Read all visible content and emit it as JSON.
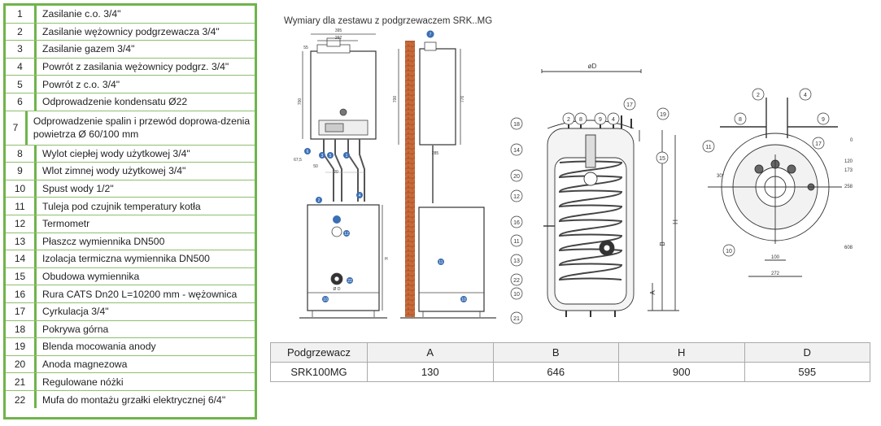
{
  "parts": [
    {
      "num": "1",
      "desc": "Zasilanie c.o. 3/4\""
    },
    {
      "num": "2",
      "desc": "Zasilanie wężownicy podgrzewacza 3/4\""
    },
    {
      "num": "3",
      "desc": "Zasilanie gazem 3/4\""
    },
    {
      "num": "4",
      "desc": "Powrót z zasilania wężownicy podgrz. 3/4\""
    },
    {
      "num": "5",
      "desc": "Powrót z c.o. 3/4\""
    },
    {
      "num": "6",
      "desc": "Odprowadzenie kondensatu Ø22"
    },
    {
      "num": "7",
      "desc": "Odprowadzenie spalin i przewód doprowa-dzenia powietrza Ø 60/100 mm"
    },
    {
      "num": "8",
      "desc": "Wylot ciepłej wody użytkowej 3/4\""
    },
    {
      "num": "9",
      "desc": "Wlot zimnej wody użytkowej 3/4\""
    },
    {
      "num": "10",
      "desc": "Spust wody 1/2\""
    },
    {
      "num": "11",
      "desc": "Tuleja pod czujnik temperatury kotła"
    },
    {
      "num": "12",
      "desc": "Termometr"
    },
    {
      "num": "13",
      "desc": "Płaszcz wymiennika DN500"
    },
    {
      "num": "14",
      "desc": "Izolacja termiczna wymiennika DN500"
    },
    {
      "num": "15",
      "desc": "Obudowa wymiennika"
    },
    {
      "num": "16",
      "desc": "Rura CATS Dn20 L=10200 mm - wężownica"
    },
    {
      "num": "17",
      "desc": "Cyrkulacja 3/4\""
    },
    {
      "num": "18",
      "desc": "Pokrywa górna"
    },
    {
      "num": "19",
      "desc": "Blenda mocowania anody"
    },
    {
      "num": "20",
      "desc": "Anoda magnezowa"
    },
    {
      "num": "21",
      "desc": "Regulowane nóżki"
    },
    {
      "num": "22",
      "desc": "Mufa do montażu grzałki elektrycznej 6/4\""
    }
  ],
  "diagram": {
    "title": "Wymiary dla zestawu z podgrzewaczem SRK..MG",
    "dims_front": {
      "w395": "395",
      "w292": "292",
      "d55": "55",
      "h700": "700",
      "d67": "67,5",
      "d50": "50",
      "d20": "20",
      "h": "H",
      "od": "Ø D"
    },
    "dims_side": {
      "h700": "700",
      "h776": "776",
      "d285": "285"
    },
    "dims_tank": {
      "od": "øD",
      "h": "H",
      "b": "B",
      "a": "A"
    },
    "dims_top": {
      "deg": "30°",
      "d0": "0",
      "d120": "120",
      "d173": "173",
      "d258": "258",
      "d608": "608",
      "d100": "100",
      "d272": "272"
    },
    "callouts_tank": [
      "18",
      "14",
      "2",
      "8",
      "9",
      "4",
      "17",
      "19",
      "15",
      "20",
      "12",
      "16",
      "11",
      "13",
      "22",
      "10",
      "21"
    ],
    "callouts_top": [
      "2",
      "4",
      "8",
      "9",
      "11",
      "17",
      "10"
    ],
    "callouts_front": [
      "7",
      "6",
      "3",
      "5",
      "1",
      "2",
      "4",
      "12",
      "22",
      "10"
    ],
    "callouts_side": [
      "7",
      "11",
      "10"
    ]
  },
  "dimensions_table": {
    "headers": [
      "Podgrzewacz",
      "A",
      "B",
      "H",
      "D"
    ],
    "rows": [
      [
        "SRK100MG",
        "130",
        "646",
        "900",
        "595"
      ]
    ]
  }
}
